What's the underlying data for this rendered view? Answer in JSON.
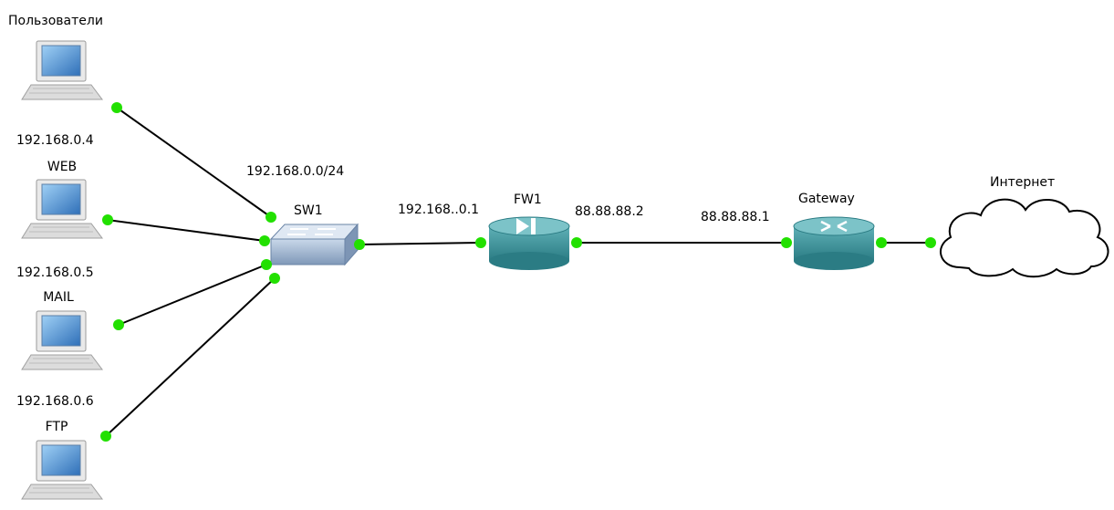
{
  "colors": {
    "link": "#000000",
    "port_dot": "#22e000",
    "device_teal": "#3a8f96",
    "switch_blue": "#8fa9c9",
    "cloud_fill": "#ffffff"
  },
  "nodes": {
    "users": {
      "name": "Пользователи",
      "icon": "laptop-icon"
    },
    "web": {
      "ip": "192.168.0.4",
      "name": "WEB",
      "icon": "laptop-icon"
    },
    "mail": {
      "ip": "192.168.0.5",
      "name": "MAIL",
      "icon": "laptop-icon"
    },
    "ftp": {
      "ip": "192.168.0.6",
      "name": "FTP",
      "icon": "laptop-icon"
    },
    "sw1": {
      "name": "SW1",
      "subnet": "192.168.0.0/24",
      "icon": "switch-icon"
    },
    "fw1": {
      "name": "FW1",
      "ip_inside": "192.168..0.1",
      "ip_outside": "88.88.88.2",
      "icon": "firewall-icon"
    },
    "gateway": {
      "name": "Gateway",
      "ip": "88.88.88.1",
      "icon": "router-icon"
    },
    "internet": {
      "name": "Интернет",
      "icon": "cloud-icon"
    }
  }
}
